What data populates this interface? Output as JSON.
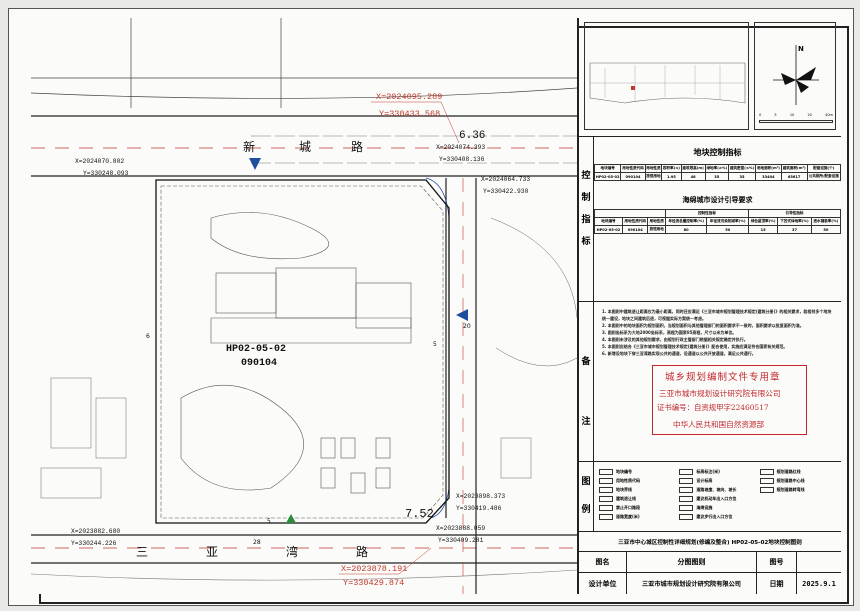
{
  "map": {
    "roads": {
      "north": [
        "新",
        "城",
        "路"
      ],
      "south": [
        "三",
        "亚",
        "湾",
        "路"
      ]
    },
    "parcel": {
      "id": "HP02-05-02",
      "code": "090104"
    },
    "elevations": [
      "6.36",
      "7.52"
    ],
    "coords_red": [
      {
        "x": "X=2024095.289",
        "y": "Y=330433.568"
      },
      {
        "x": "X=2023878.191",
        "y": "Y=330429.874"
      }
    ],
    "coords": [
      {
        "x": "X=2024070.802",
        "y": "Y=330248.093"
      },
      {
        "x": "X=2024074.393",
        "y": "Y=330408.136"
      },
      {
        "x": "X=2024064.733",
        "y": "Y=330422.930"
      },
      {
        "x": "X=2023898.373",
        "y": "Y=330419.486"
      },
      {
        "x": "X=2023882.680",
        "y": "Y=330244.226"
      },
      {
        "x": "X=2023888.059",
        "y": "Y=330409.281"
      }
    ],
    "dims": [
      "6",
      "5",
      "20",
      "28",
      "5"
    ],
    "colors": {
      "red": "#c0392b",
      "blue": "#1f4e9c",
      "stamp": "#c1272d"
    }
  },
  "panel": {
    "compass": "N",
    "scale": [
      "0",
      "5",
      "10",
      "20",
      "40m"
    ],
    "control": {
      "side_label": [
        "控",
        "制",
        "指",
        "标"
      ],
      "title": "地块控制指标",
      "headers": [
        "地块编号",
        "用地性质代码",
        "用地性质",
        "容积率(≤)",
        "建筑限高(m)",
        "绿地率(≥%)",
        "建筑密度(≤%)",
        "用地面积(m²)",
        "建筑面积(m²)",
        "配建设施(个)"
      ],
      "row": [
        "HP02-05-02",
        "090104",
        "旅馆用地",
        "1.95",
        "48",
        "35",
        "35",
        "33404",
        "65617",
        "公共厕所/配套设施"
      ]
    },
    "sponge": {
      "title": "海绵城市设计引导要求",
      "group_control": "控制性指标",
      "group_guide": "引导性指标",
      "headers": [
        "地块编号",
        "用地性质代码",
        "用地性质",
        "年径流总量控制率(%)",
        "年径流污染削减率(%)",
        "绿色屋顶率(%)",
        "下凹式绿地率(%)",
        "透水铺装率(%)"
      ],
      "row": [
        "HP02-05-02",
        "090104",
        "旅馆用地",
        "80",
        "50",
        "15",
        "37",
        "50"
      ]
    },
    "notes": {
      "side_label": [
        "备",
        "注"
      ],
      "items": [
        "1. 本图则中建筑退让距离仅为最小距离，同时还应满足《三亚市城市规划管理技术规定(建筑分册)》的相关要求，若相邻多个地块统一建设，地块之间建筑后退，可视据实际方案统一考虑。",
        "2. 本图则中的地块面积为规划面积，当规划面积与其他管理部门的面积要求不一致时，面积要求以批复面积为准。",
        "3. 图则坐标系为大地2000坐标系，高程为国家85高程，尺寸以米为单位。",
        "4. 本图则未涉及的其他规划要求，由规划行政主管部门根据相关规定确定并执行。",
        "5. 本图则应结合《三亚市城市规划管理技术规定(建筑分册)》配合使用，实施应满足符合国家有关规范。",
        "6. 新增设地块下穿三亚湾路实现公共的通道，设通道以公共开放通道，满足公共通行。"
      ]
    },
    "legend": {
      "side_label": [
        "图",
        "例"
      ],
      "items": [
        "地块编号",
        "用地性质代码",
        "地块界线",
        "建筑退让线",
        "禁止开口路段",
        "道路宽度(米)",
        "标高标注(米)",
        "设计标高",
        "道路坡度、坡向、坡长",
        "建议机动车出入口方位",
        "海绵设施",
        "建议步行出入口方位",
        "规划道路红线",
        "规划道路中心线",
        "规划道路转弯线"
      ]
    },
    "stamp": [
      "城乡规划编制文件专用章",
      "三亚市城市规划设计研究院有限公司",
      "证书编号：自资规甲字22460517",
      "中华人民共和国自然资源部"
    ],
    "title_block": {
      "project": "三亚市中心城区控制性详细规划(修编及整合) HP02-05-02地块控制图则",
      "name_label": "图名",
      "name_value": "分图图则",
      "no_label": "图号",
      "unit_label": "设计单位",
      "unit_value": "三亚市城市规划设计研究院有限公司",
      "date_label": "日期",
      "date_value": "2025.9.1"
    }
  }
}
